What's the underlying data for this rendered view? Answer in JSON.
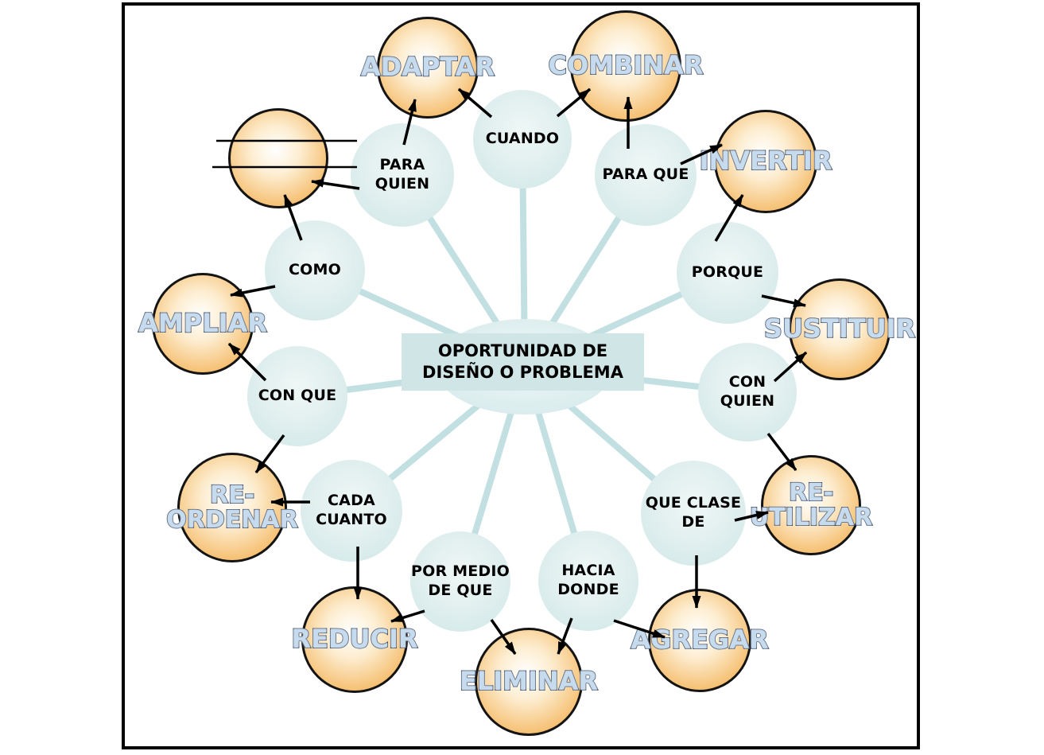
{
  "center": {
    "label": "OPORTUNIDAD DE\nDISEÑO O PROBLEMA"
  },
  "questions": [
    {
      "id": "cuando",
      "label": "CUANDO"
    },
    {
      "id": "para-que",
      "label": "PARA QUE"
    },
    {
      "id": "porque",
      "label": "PORQUE"
    },
    {
      "id": "con-quien",
      "label": "CON\nQUIEN"
    },
    {
      "id": "que-clase-de",
      "label": "QUE CLASE\nDE"
    },
    {
      "id": "hacia-donde",
      "label": "HACIA\nDONDE"
    },
    {
      "id": "por-medio-de-que",
      "label": "POR MEDIO\nDE QUE"
    },
    {
      "id": "cada-cuanto",
      "label": "CADA\nCUANTO"
    },
    {
      "id": "con-que",
      "label": "CON QUE"
    },
    {
      "id": "como",
      "label": "COMO"
    },
    {
      "id": "para-quien",
      "label": "PARA\nQUIEN"
    }
  ],
  "actions": [
    {
      "id": "adaptar",
      "label": "ADAPTAR"
    },
    {
      "id": "combinar",
      "label": "COMBINAR"
    },
    {
      "id": "invertir",
      "label": "INVERTIR"
    },
    {
      "id": "sustituir",
      "label": "SUSTITUIR"
    },
    {
      "id": "re-utilizar",
      "label": "RE-\nUTILIZAR"
    },
    {
      "id": "agregar",
      "label": "AGREGAR"
    },
    {
      "id": "eliminar",
      "label": "ELIMINAR"
    },
    {
      "id": "reducir",
      "label": "REDUCIR"
    },
    {
      "id": "re-ordenar",
      "label": "RE-\nORDENAR"
    },
    {
      "id": "ampliar",
      "label": "AMPLIAR"
    },
    {
      "id": "blank",
      "label": ""
    }
  ],
  "colors": {
    "question_fill": "#dcedee",
    "action_fill": "#f2b259",
    "action_border": "#141414",
    "action_text_fill": "#c6dbee",
    "action_text_outline": "#2c3e5c",
    "question_text": "#000000",
    "spoke": "#c2e0e2",
    "arrow": "#000000",
    "center_box_fill": "#cfe5e6",
    "frame_border": "#000000"
  }
}
